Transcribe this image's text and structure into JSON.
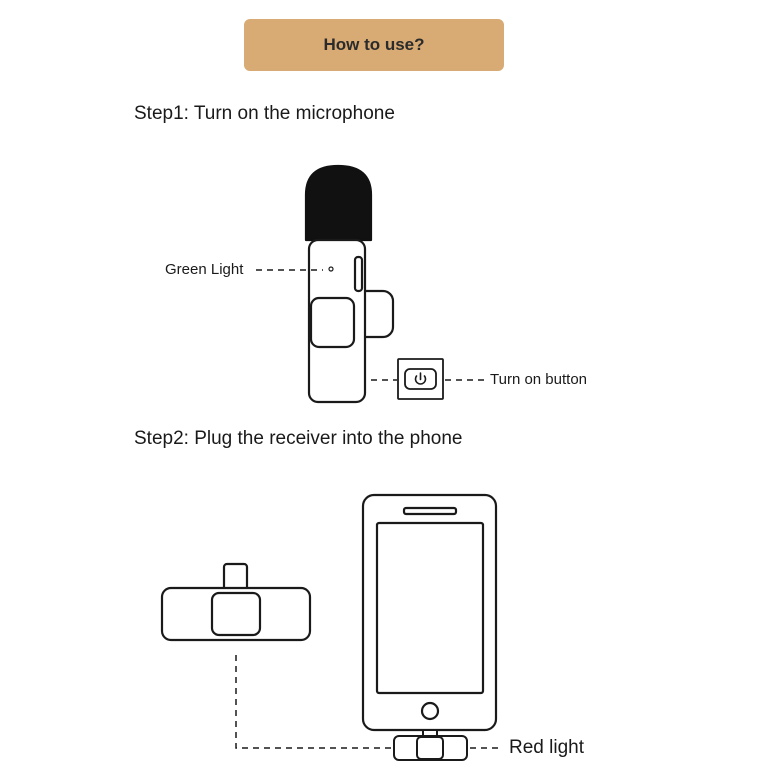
{
  "header": {
    "title": "How to use?",
    "badge_color": "#d8aa74"
  },
  "steps": [
    {
      "title": "Step1: Turn on the microphone",
      "callouts": {
        "green_light": "Green Light",
        "turn_on_button": "Turn on button"
      }
    },
    {
      "title": "Step2: Plug the receiver into the phone",
      "callouts": {
        "red_light": "Red light"
      }
    }
  ],
  "icons": {
    "power": "power-icon"
  }
}
